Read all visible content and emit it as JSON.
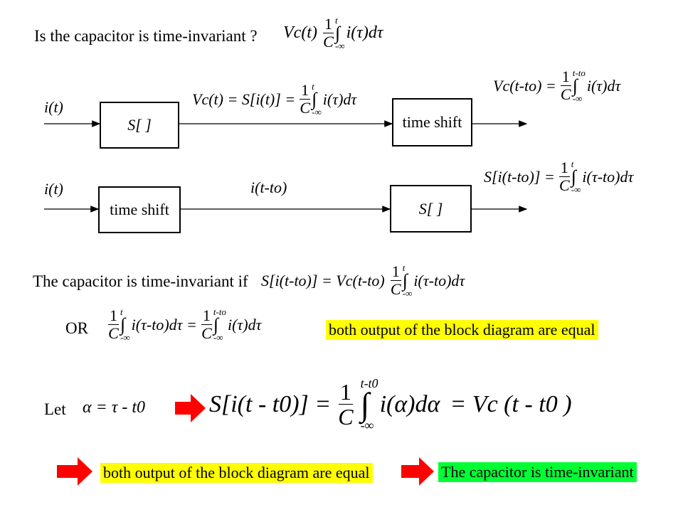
{
  "intro": {
    "question": "Is the capacitor is time-invariant ?",
    "eq_lhs": "Vc(t)",
    "frac_num": "1",
    "frac_den": "C",
    "int_upper": "t",
    "int_lower": "-∞",
    "integrand": "i(τ)dτ"
  },
  "diagram1": {
    "input_label": "i(t)",
    "block1_label": "S[ ]",
    "mid_eq_lhs": "Vc(t) = S[i(t)] =",
    "frac_num": "1",
    "frac_den": "C",
    "int_upper": "t",
    "int_lower": "-∞",
    "integrand": "i(τ)dτ",
    "block2_label": "time shift",
    "out_eq_lhs": "Vc(t-to) =",
    "out_int_upper": "t-to",
    "out_int_lower": "-∞",
    "out_integrand": "i(τ)dτ"
  },
  "diagram2": {
    "input_label": "i(t)",
    "block1_label": "time shift",
    "mid_label": "i(t-to)",
    "block2_label": "S[ ]",
    "out_eq_lhs": "S[i(t-to)] =",
    "frac_num": "1",
    "frac_den": "C",
    "out_int_upper": "t",
    "out_int_lower": "-∞",
    "out_integrand": "i(τ-to)dτ"
  },
  "condition": {
    "text": "The capacitor is time-invariant if",
    "eq": "S[i(t-to)] = Vc(t-to)",
    "frac_num": "1",
    "frac_den": "C",
    "int_upper": "t",
    "int_lower": "-∞",
    "integrand": "i(τ-to)dτ"
  },
  "or_line": {
    "or_label": "OR",
    "frac_num": "1",
    "frac_den": "C",
    "left_int_upper": "t",
    "left_int_lower": "-∞",
    "left_integrand": "i(τ-to)dτ =",
    "right_int_upper": "t-to",
    "right_int_lower": "-∞",
    "right_integrand": "i(τ)dτ",
    "highlight": "both output of the block diagram are equal"
  },
  "let_line": {
    "let_label": "Let",
    "substitution": "α = τ - t0",
    "lhs": "S[i(t - t0)] =",
    "frac_num": "1",
    "frac_den": "C",
    "int_upper": "t-t0",
    "int_lower": "-∞",
    "integrand": "i(α)dα",
    "rhs": "= Vc (t - t0 )"
  },
  "conclusion": {
    "yellow_text": "both output of the block diagram are equal",
    "green_text": "The capacitor is time-invariant"
  },
  "colors": {
    "highlight_yellow": "#ffff00",
    "highlight_green": "#00ff33",
    "arrow_red": "#ff0000"
  }
}
